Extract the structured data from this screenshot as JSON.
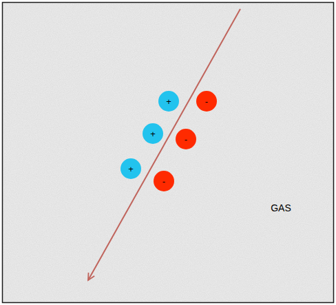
{
  "diagram": {
    "nodes": [
      {
        "text": [
          "+"
        ]
      },
      {
        "text": [
          "-"
        ]
      },
      {
        "text": [
          "+"
        ]
      },
      {
        "text": [
          "-"
        ]
      },
      {
        "text": [
          "+"
        ]
      },
      {
        "text": [
          "-"
        ]
      }
    ],
    "labels": [
      "GAS"
    ]
  }
}
